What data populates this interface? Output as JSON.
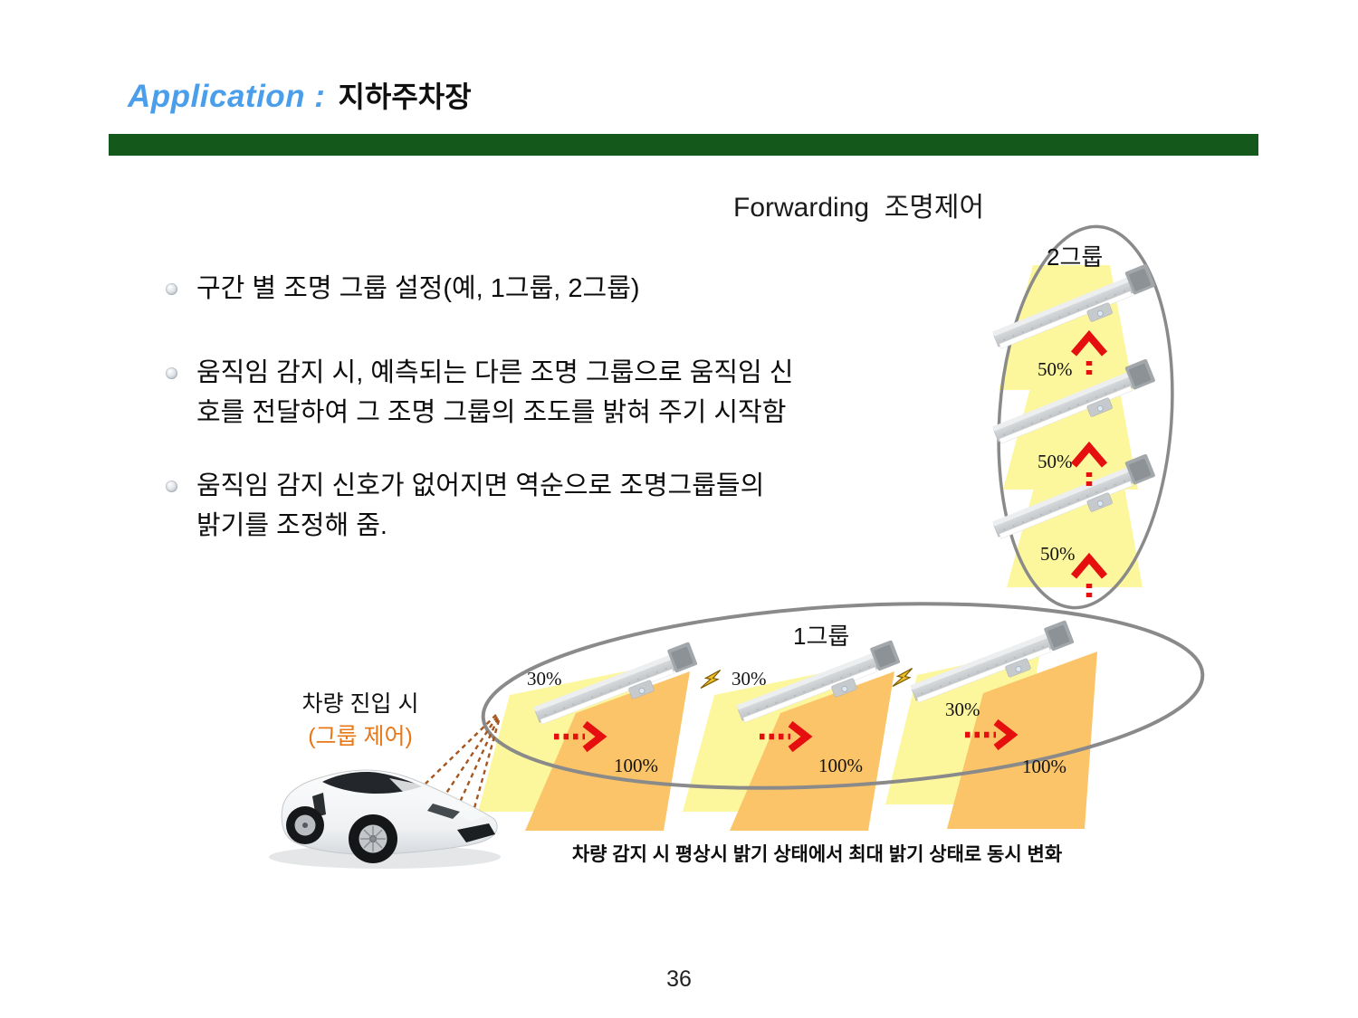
{
  "header": {
    "title_accent": "Application :",
    "title_main": "지하주차장"
  },
  "section_title": "Forwarding  조명제어",
  "bullets": [
    {
      "lines": [
        "구간 별 조명 그룹 설정(예, 1그룹, 2그룹)"
      ]
    },
    {
      "lines": [
        "움직임 감지 시, 예측되는 다른 조명 그룹으로 움직임 신",
        "호를 전달하여 그 조명 그룹의 조도를 밝혀 주기 시작함"
      ]
    },
    {
      "lines": [
        "움직임 감지 신호가 없어지면 역순으로 조명그룹들의",
        "밝기를 조정해 줌."
      ]
    }
  ],
  "diagram": {
    "group2": {
      "label": "2그룹",
      "lights": [
        {
          "brightness": "50%"
        },
        {
          "brightness": "50%"
        },
        {
          "brightness": "50%"
        }
      ]
    },
    "group1": {
      "label": "1그룹",
      "lights": [
        {
          "dim": "30%",
          "full": "100%"
        },
        {
          "dim": "30%",
          "full": "100%"
        },
        {
          "dim": "30%",
          "full": "100%"
        }
      ]
    },
    "car_label": "차량 진입 시",
    "car_sublabel": "(그룹 제어)",
    "caption": "차량 감지 시 평상시 밝기 상태에서 최대 밝기 상태로 동시 변화"
  },
  "footer": {
    "page_number": "36"
  },
  "colors": {
    "divider_green": "#14581C",
    "title_blue": "#4B9FEA",
    "cone_yellow": "#FCF79D",
    "cone_orange": "#FBC469",
    "arrow_red": "#E60F0F",
    "sensor_line_brown": "#A4561E",
    "sublabel_orange": "#E87817",
    "ellipse_gray": "#8A8A8A"
  }
}
